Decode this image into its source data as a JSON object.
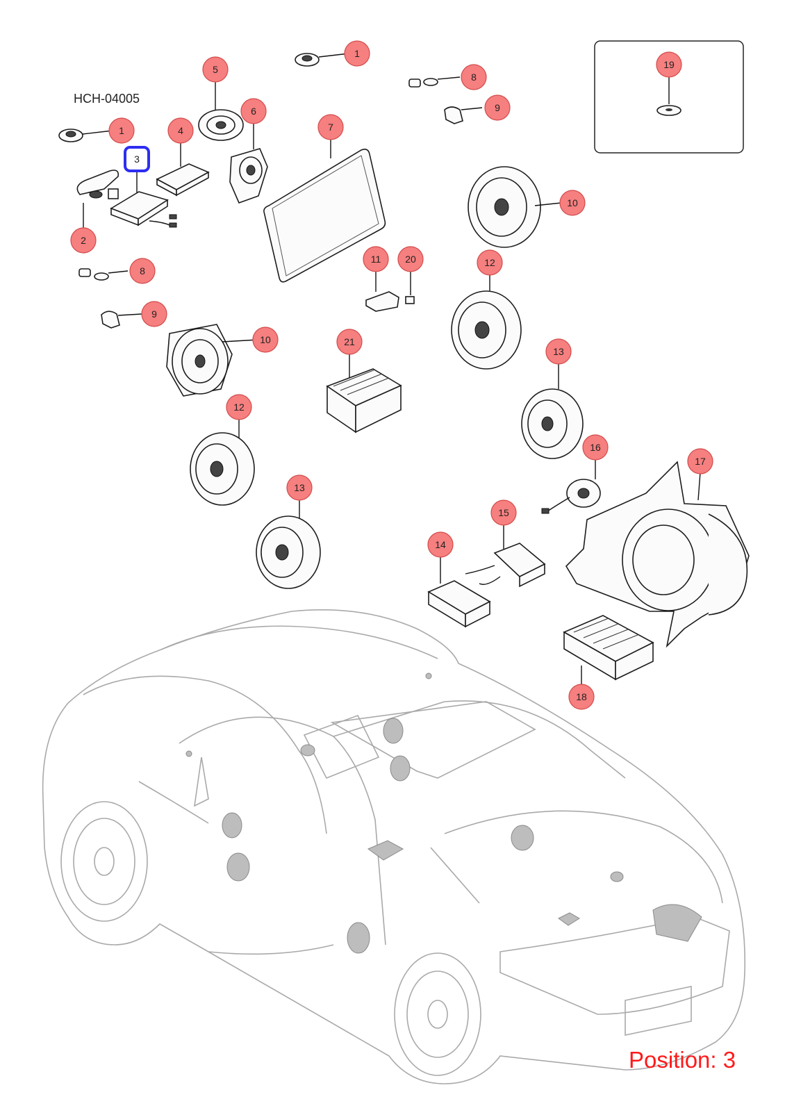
{
  "diagram": {
    "code": "HCH-04005",
    "position_label": "Position: 3",
    "selected": "3",
    "callouts": [
      "1",
      "1",
      "2",
      "3",
      "4",
      "5",
      "6",
      "7",
      "8",
      "8",
      "9",
      "9",
      "10",
      "10",
      "11",
      "12",
      "12",
      "13",
      "13",
      "14",
      "15",
      "16",
      "17",
      "18",
      "19",
      "20",
      "21"
    ]
  },
  "colors": {
    "callout_fill": "#f67f7f",
    "selection_outline": "#2d2df2",
    "position_text": "#ff1a1a"
  }
}
